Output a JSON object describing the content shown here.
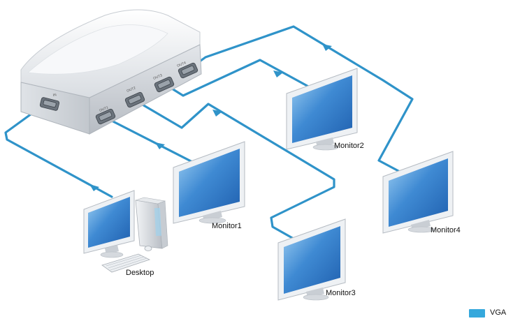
{
  "labels": {
    "desktop": "Desktop",
    "monitor1": "Monitor1",
    "monitor2": "Monitor2",
    "monitor3": "Monitor3",
    "monitor4": "Monitor4"
  },
  "splitter": {
    "input_port": "IN",
    "output_ports": [
      "OUT1",
      "OUT2",
      "OUT3",
      "OUT4"
    ]
  },
  "legend": {
    "cable_label": "VGA",
    "cable_color": "#2f93c9"
  },
  "colors": {
    "screen": "#2f77c4",
    "screen_light": "#8fc4ee",
    "bezel": "#eef1f4",
    "stand": "#c9ced4"
  }
}
